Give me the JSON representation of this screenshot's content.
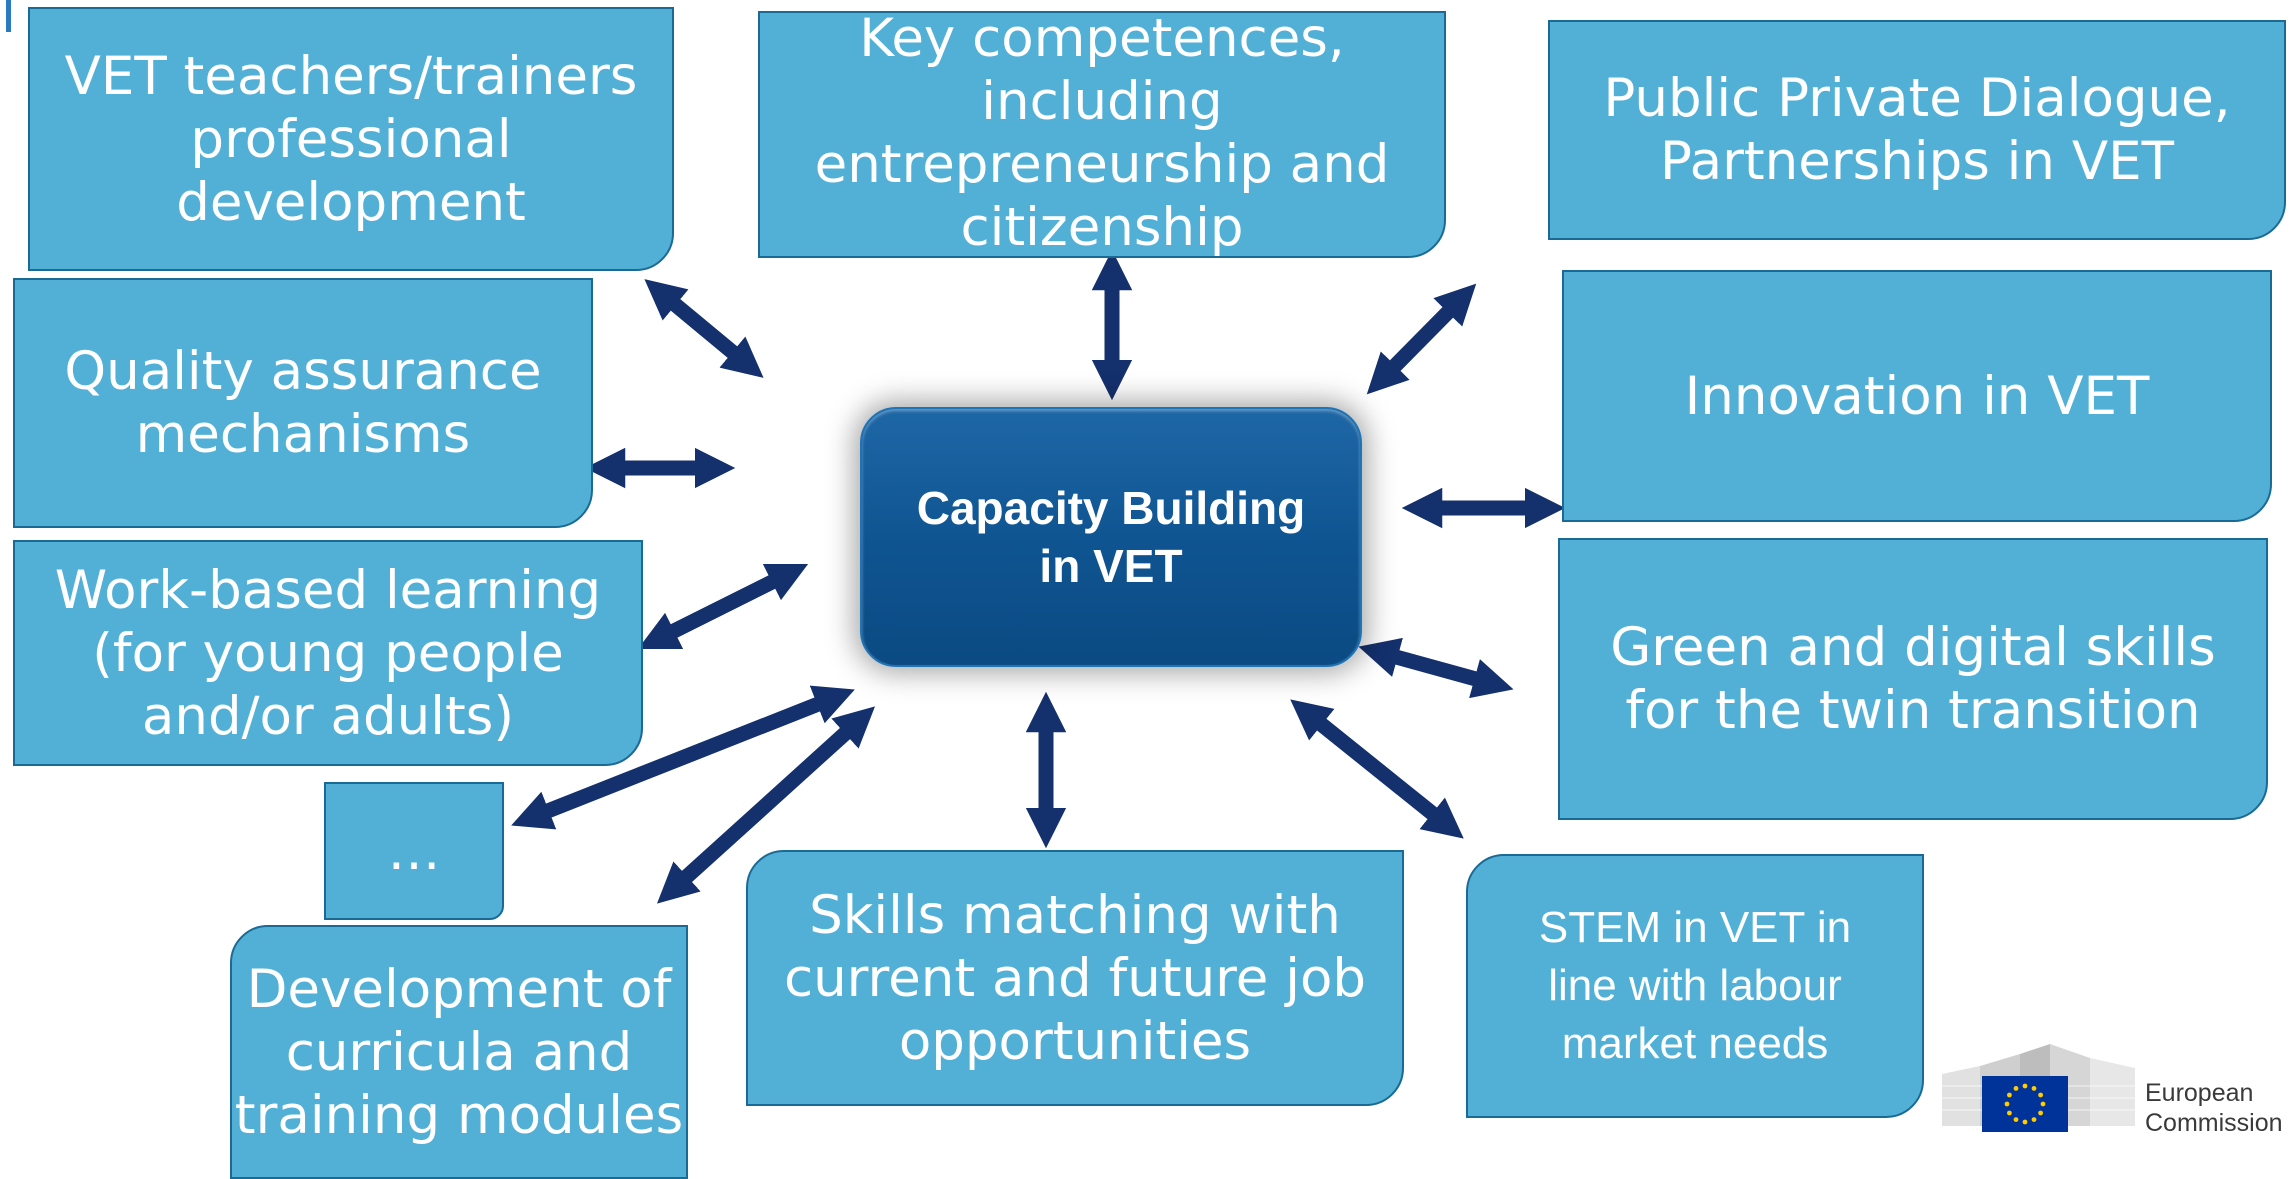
{
  "center": {
    "label": "Capacity Building\nin VET"
  },
  "topics": {
    "vet_teachers": "VET teachers/trainers\nprofessional\ndevelopment",
    "key_competences": "Key competences,\nincluding\nentrepreneurship and\ncitizenship",
    "public_private": "Public Private Dialogue,\nPartnerships in VET",
    "quality_assurance": "Quality assurance\nmechanisms",
    "innovation": "Innovation in VET",
    "work_based": "Work-based learning\n(for young people\nand/or adults)",
    "green_digital": "Green and digital skills\nfor the twin transition",
    "ellipsis": "…",
    "curricula": "Development of\ncurricula and\ntraining modules",
    "skills_matching": "Skills matching with\ncurrent and future job\nopportunities",
    "stem": "STEM in VET in\nline with labour\nmarket needs"
  },
  "logo": {
    "text": "European\nCommission",
    "flag_color": "#003399",
    "star_color": "#ffcc00"
  },
  "colors": {
    "box_fill": "#52b0d7",
    "box_border": "#1b6a95",
    "center_fill": "#0f5592",
    "arrow": "#14306d"
  }
}
